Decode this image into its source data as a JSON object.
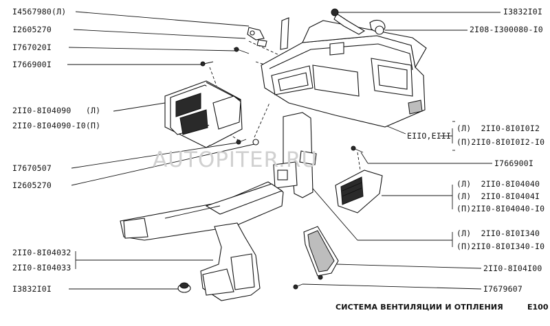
{
  "watermark": "AUTOPITER.RU",
  "footer": {
    "title": "СИСТЕМА ВЕНТИЛЯЦИИ И ОТПЛЕНИЯ",
    "code": "Е100"
  },
  "left_labels": [
    "I4567980(Л)",
    "I2605270",
    "I767020I",
    "I766900I",
    "2II0-8I04090   (Л)",
    "2II0-8I04090-I0(П)",
    "I7670507",
    "I2605270",
    "2II0-8I04032",
    "2II0-8I04033",
    "I3832I0I"
  ],
  "right_labels": [
    "I3832I0I",
    "2I08-I300080-I0",
    "ЕIIО,ЕIII",
    "(Л)  2II0-8I0I0I2",
    "(П)2II0-8I0I0I2-I0",
    "I766900I",
    "(Л)  2II0-8I04040",
    "(Л)  2II0-8I0404I",
    "(П)2II0-8I04040-I0",
    "(Л)  2II0-8I0I340",
    "(П)2II0-8I0I340-I0",
    "2II0-8I04I00",
    "I7679607"
  ]
}
